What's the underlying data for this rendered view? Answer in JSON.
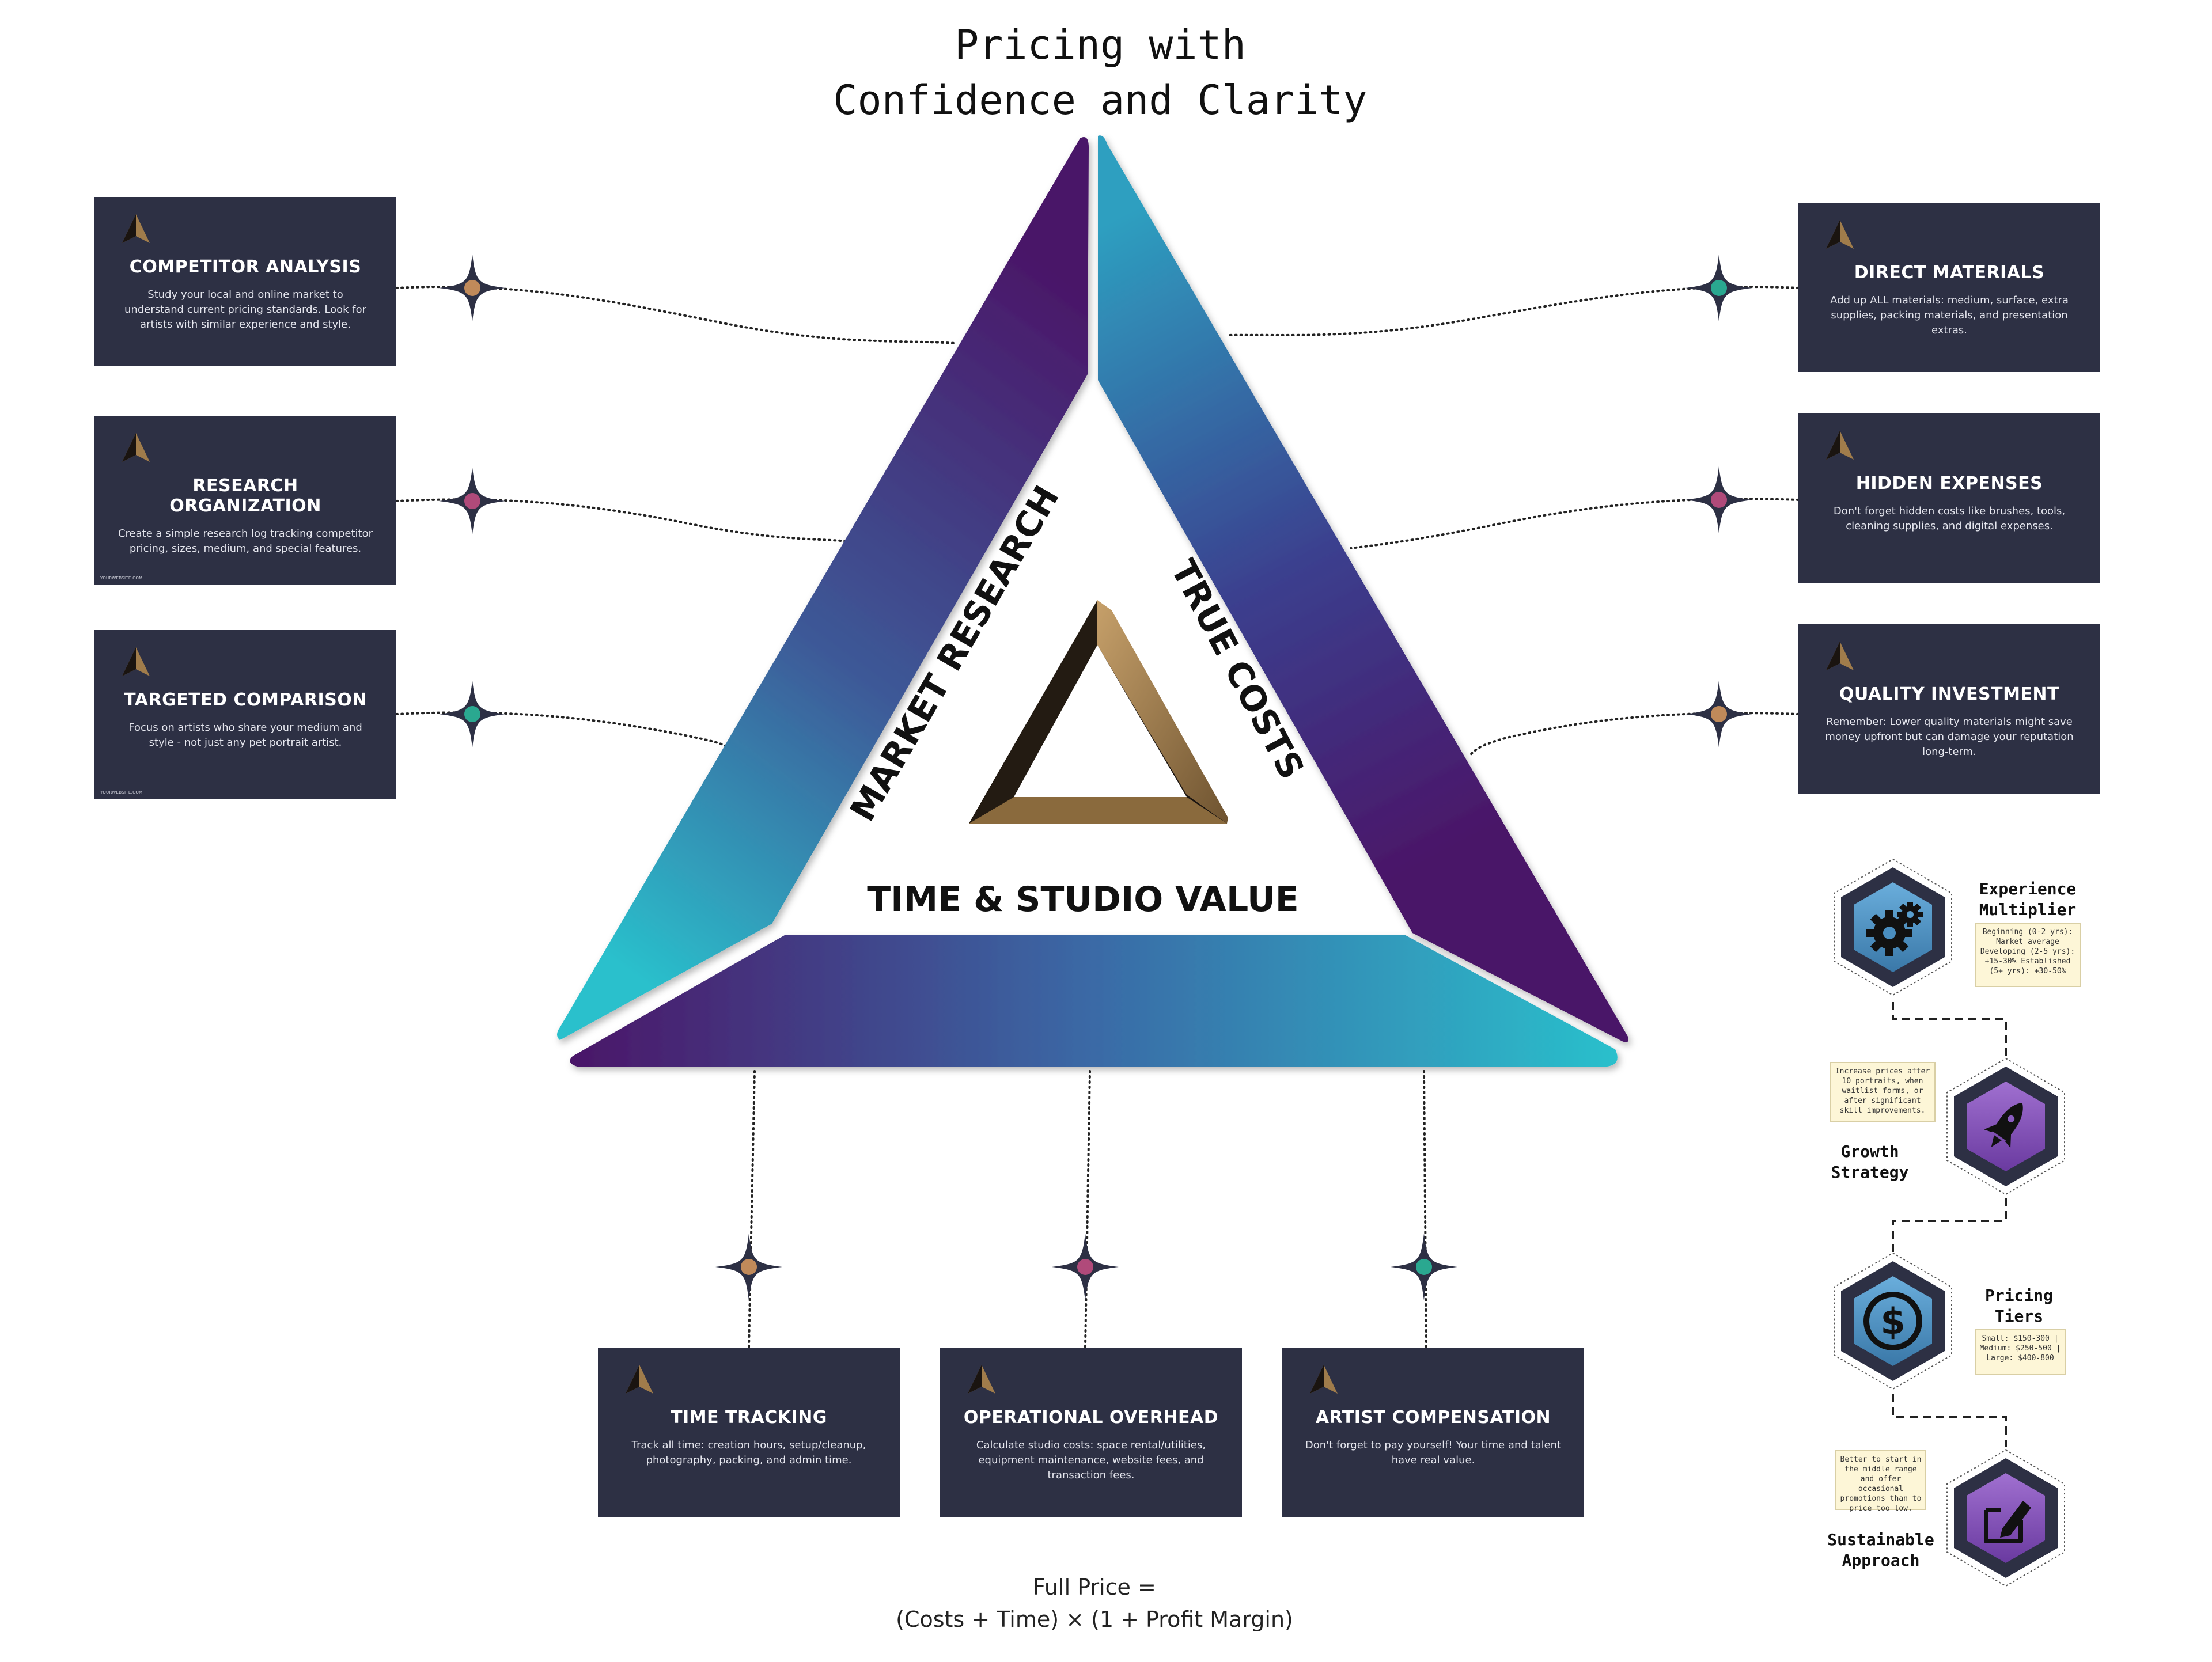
{
  "title": {
    "line1": "Pricing with",
    "line2": "Confidence and Clarity"
  },
  "triangle": {
    "left_label": "MARKET RESEARCH",
    "right_label": "TRUE COSTS",
    "bottom_label": "TIME & STUDIO VALUE"
  },
  "cards": {
    "competitor_analysis": {
      "title": "COMPETITOR ANALYSIS",
      "text": "Study your local and online market to understand current pricing standards. Look for artists with similar experience and style."
    },
    "research_organization": {
      "title": "RESEARCH ORGANIZATION",
      "text": "Create a simple research log tracking competitor pricing, sizes, medium, and special features.",
      "footer": "YOURWEBSITE.COM"
    },
    "targeted_comparison": {
      "title": "TARGETED COMPARISON",
      "text": "Focus on artists who share your medium and style - not just any pet portrait artist.",
      "footer": "YOURWEBSITE.COM"
    },
    "direct_materials": {
      "title": "DIRECT MATERIALS",
      "text": "Add up ALL materials: medium, surface, extra supplies, packing materials, and presentation extras."
    },
    "hidden_expenses": {
      "title": "HIDDEN EXPENSES",
      "text": "Don't forget hidden costs like brushes, tools, cleaning supplies, and digital expenses."
    },
    "quality_investment": {
      "title": "QUALITY INVESTMENT",
      "text": "Remember: Lower quality materials might save money upfront but can damage your reputation long-term."
    },
    "time_tracking": {
      "title": "TIME TRACKING",
      "text": "Track all time: creation hours, setup/cleanup, photography, packing, and admin time."
    },
    "operational_overhead": {
      "title": "OPERATIONAL OVERHEAD",
      "text": "Calculate studio costs: space rental/utilities, equipment maintenance, website fees, and transaction fees."
    },
    "artist_compensation": {
      "title": "ARTIST COMPENSATION",
      "text": "Don't forget to pay yourself! Your time and talent have real value."
    }
  },
  "steps": {
    "experience": {
      "label": "Experience Multiplier",
      "note": "Beginning (0-2 yrs): Market average Developing (2-5 yrs): +15-30% Established (5+ yrs): +30-50%",
      "icon": "gears-icon"
    },
    "growth": {
      "label": "Growth Strategy",
      "note": "Increase prices after 10 portraits, when waitlist forms, or after significant skill improvements.",
      "icon": "rocket-icon"
    },
    "tiers": {
      "label": "Pricing Tiers",
      "note": "Small: $150-300 | Medium: $250-500 | Large: $400-800",
      "icon": "dollar-icon"
    },
    "sustainable": {
      "label": "Sustainable Approach",
      "note": "Better to start in the middle range and offer occasional promotions than to price too low.",
      "icon": "edit-icon"
    }
  },
  "formula": {
    "line1": "Full Price =",
    "line2": "(Costs + Time) × (1 + Profit Margin)"
  },
  "colors": {
    "card_bg": "#2d3044",
    "purple": "#4a1668",
    "teal": "#2ab8c8",
    "gold": "#a07c4b",
    "note_bg": "#fdf6d7"
  }
}
